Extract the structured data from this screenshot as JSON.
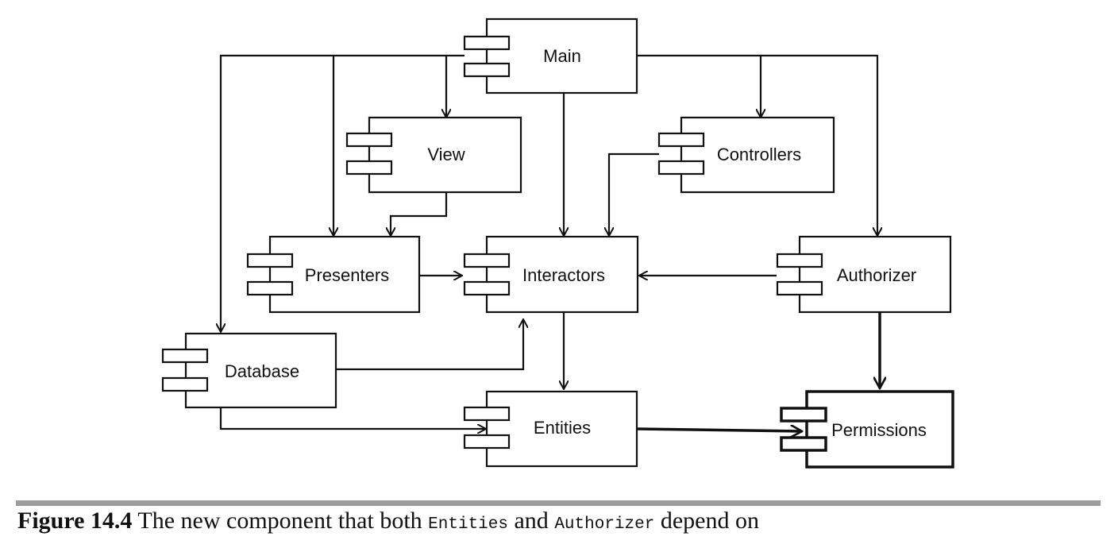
{
  "components": {
    "main": "Main",
    "view": "View",
    "controllers": "Controllers",
    "presenters": "Presenters",
    "interactors": "Interactors",
    "authorizer": "Authorizer",
    "database": "Database",
    "entities": "Entities",
    "permissions": "Permissions"
  },
  "caption": {
    "figure_number": "Figure 14.4",
    "text_1": "The new component that both",
    "code_1": "Entities",
    "text_2": "and",
    "code_2": "Authorizer",
    "text_3": "depend on"
  }
}
